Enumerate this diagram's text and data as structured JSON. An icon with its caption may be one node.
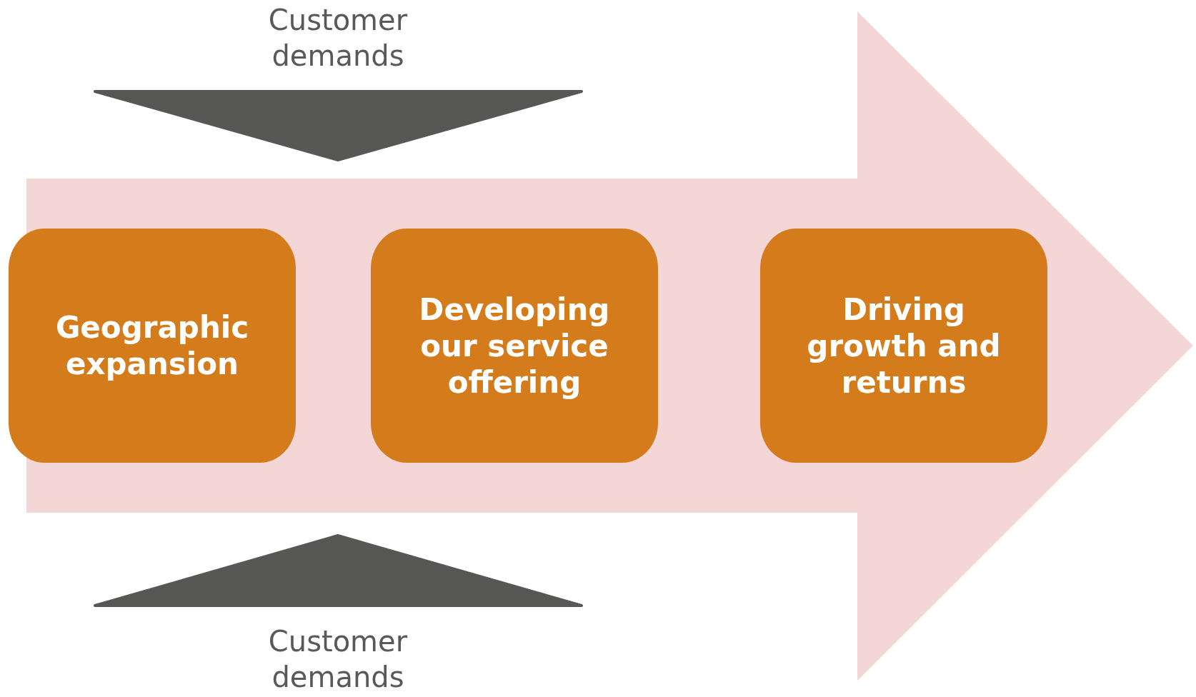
{
  "diagram": {
    "nodes": [
      {
        "text": [
          "Geographic expansion"
        ]
      },
      {
        "text": [
          "Developing our service offering"
        ]
      },
      {
        "text": [
          "Driving growth and returns"
        ]
      }
    ],
    "labels": [
      "Customer demands",
      "Customer demands"
    ]
  }
}
